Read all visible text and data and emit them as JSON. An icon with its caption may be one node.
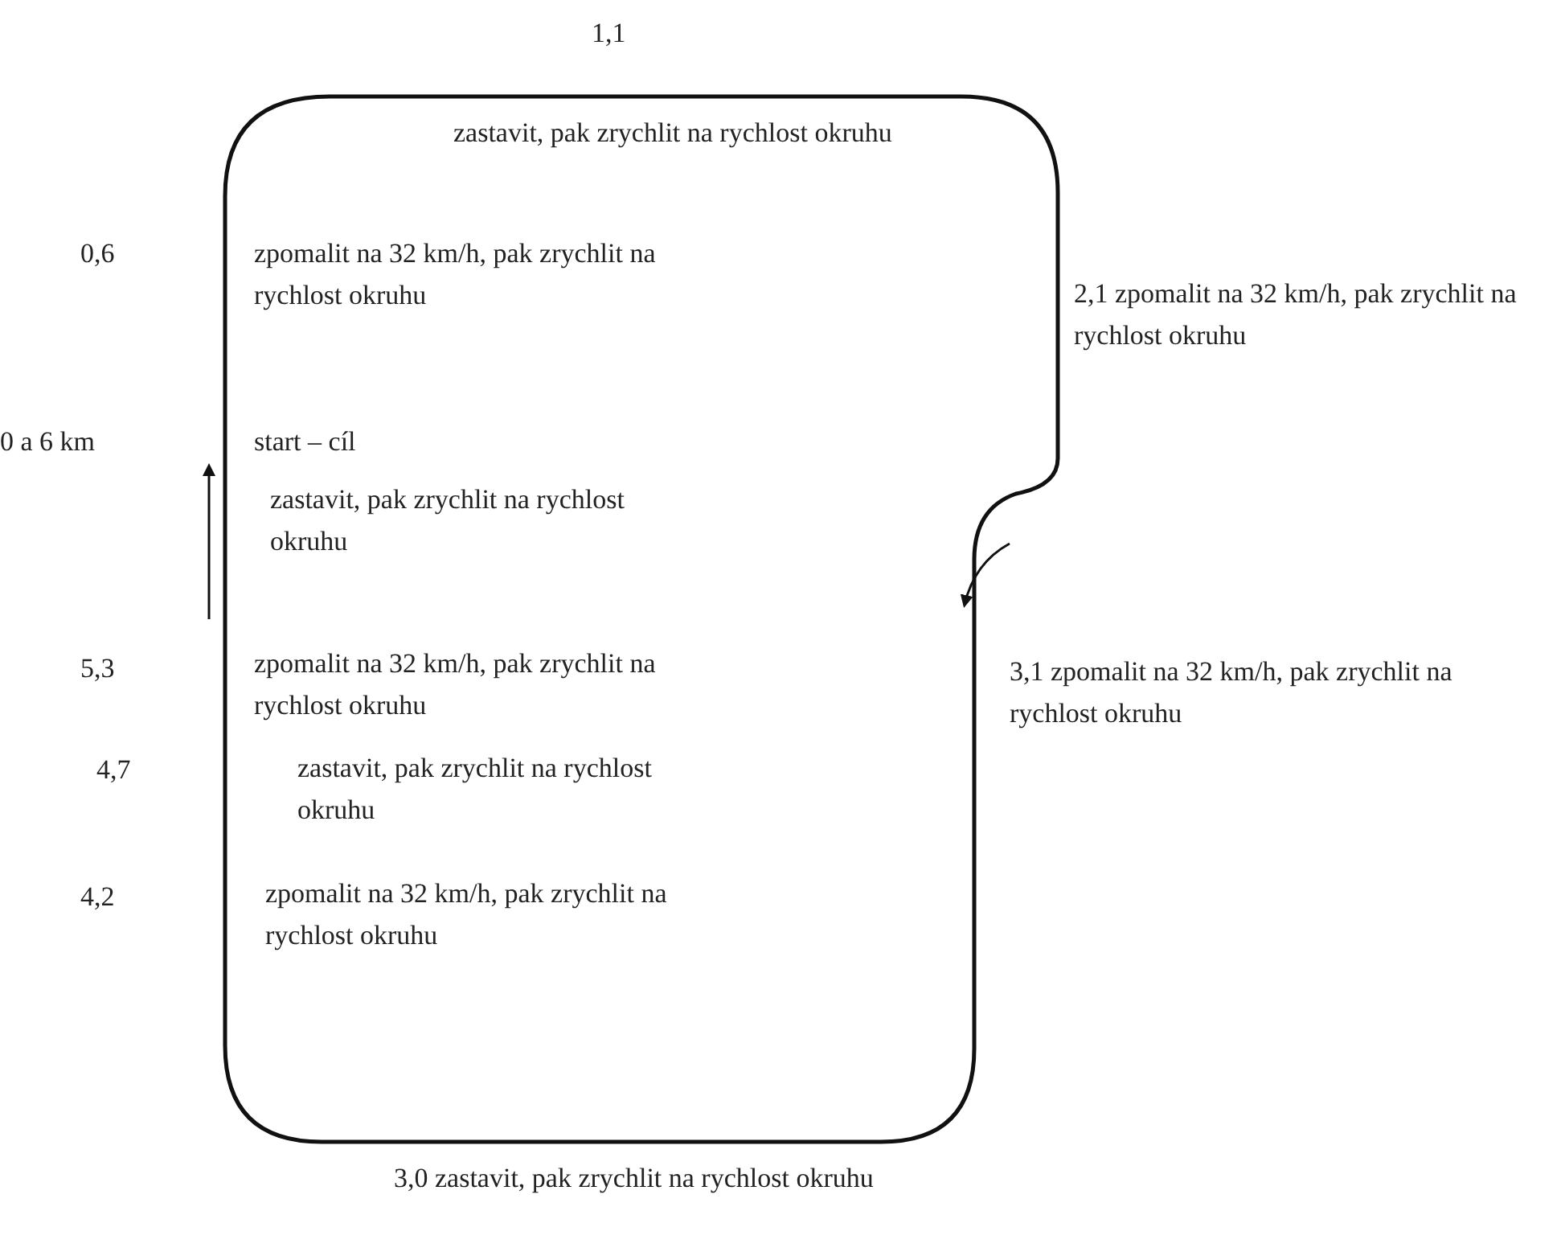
{
  "diagram": {
    "labels": [
      "1,1",
      "zastavit, pak zrychlit na rychlost okruhu",
      "0,6",
      "zpomalit na 32 km/h, pak zrychlit na rychlost okruhu",
      "2,1 zpomalit na 32 km/h, pak zrychlit na rychlost okruhu",
      "0 a 6 km",
      "start – cíl",
      "zastavit, pak zrychlit na rychlost okruhu",
      "3,1 zpomalit na 32 km/h, pak zrychlit na rychlost okruhu",
      "5,3",
      "zpomalit na 32 km/h, pak zrychlit na rychlost okruhu",
      "4,7",
      "zastavit, pak zrychlit na rychlost okruhu",
      "4,2",
      "zpomalit na 32 km/h, pak zrychlit na rychlost okruhu",
      "3,0 zastavit, pak zrychlit na rychlost okruhu"
    ]
  }
}
